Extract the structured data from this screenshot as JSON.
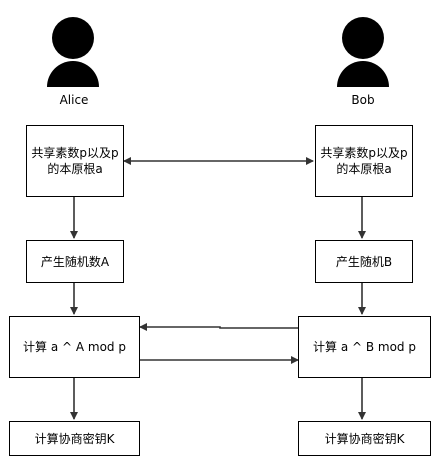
{
  "actors": {
    "alice": {
      "name": "Alice"
    },
    "bob": {
      "name": "Bob"
    }
  },
  "alice_steps": {
    "shared_params": "共享素数p以及p的本原根a",
    "generate": "产生随机数A",
    "compute": "计算 a ^ A mod p",
    "key": "计算协商密钥K"
  },
  "bob_steps": {
    "shared_params": "共享素数p以及p的本原根a",
    "generate": "产生随机B",
    "compute": "计算 a ^ B mod p",
    "key": "计算协商密钥K"
  }
}
